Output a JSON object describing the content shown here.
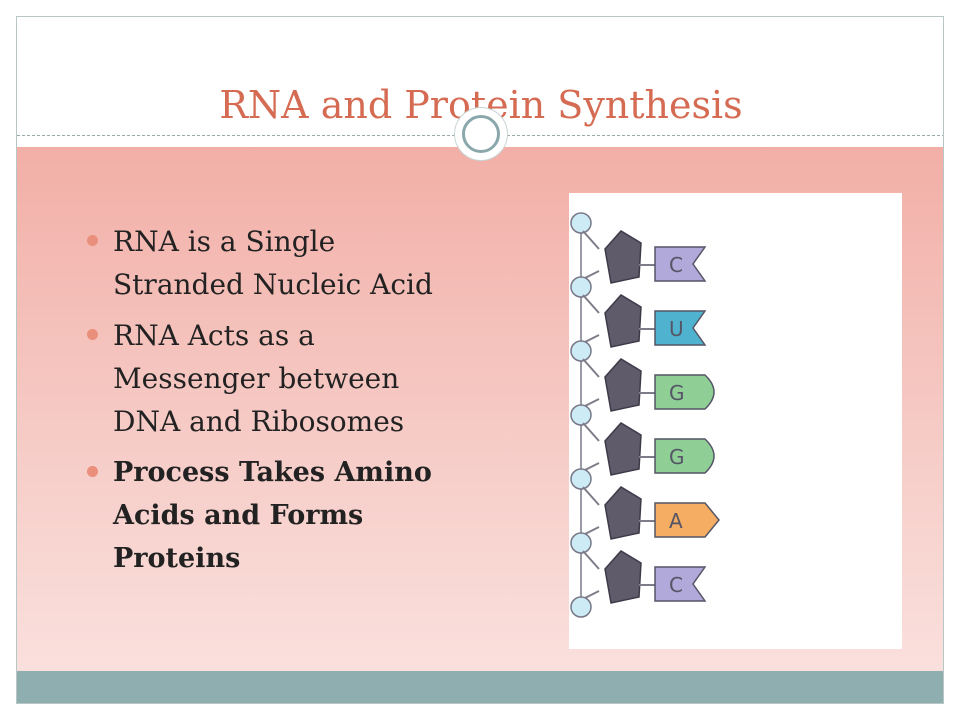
{
  "slide": {
    "title": "RNA and Protein Synthesis",
    "bullets": [
      {
        "text": "RNA is a Single Stranded Nucleic Acid",
        "bold": false
      },
      {
        "text": "RNA Acts as a Messenger between DNA and Ribosomes",
        "bold": false
      },
      {
        "text": "Process Takes Amino Acids and Forms Proteins",
        "bold": true
      }
    ]
  },
  "figure": {
    "bases": [
      {
        "letter": "C",
        "color": "#b0a9d9"
      },
      {
        "letter": "U",
        "color": "#4fb3d0"
      },
      {
        "letter": "G",
        "color": "#8fcf96"
      },
      {
        "letter": "G",
        "color": "#8fcf96"
      },
      {
        "letter": "A",
        "color": "#f5ad63"
      },
      {
        "letter": "C",
        "color": "#b0a9d9"
      }
    ],
    "colors": {
      "sugar": "#5f5b6b",
      "phosphate": "#cdebf5",
      "bullet": "#e98f7c",
      "title": "#d56b52"
    }
  }
}
